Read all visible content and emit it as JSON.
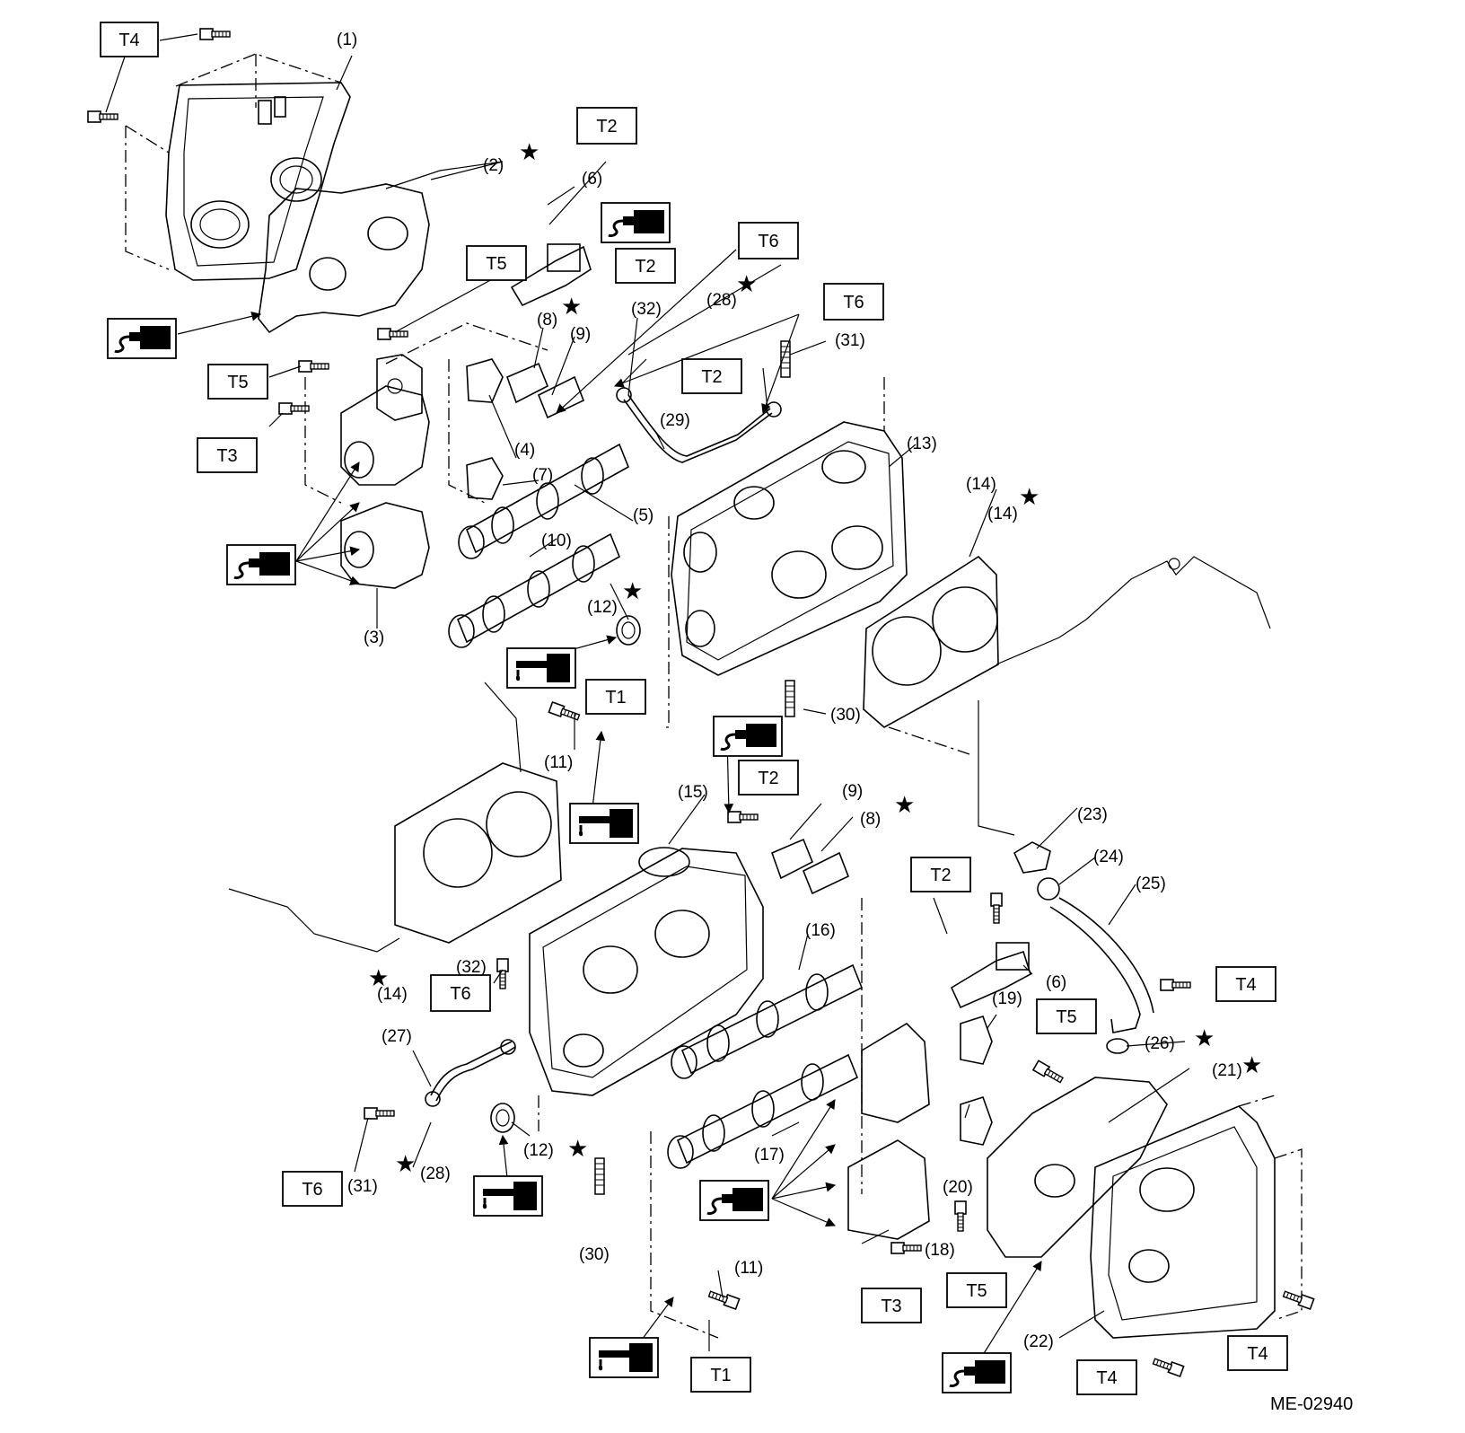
{
  "figure_code": "ME-02940",
  "torque_labels": [
    "T1",
    "T2",
    "T3",
    "T4",
    "T5",
    "T6"
  ],
  "part_labels": [
    "(1)",
    "(2)",
    "(3)",
    "(4)",
    "(5)",
    "(6)",
    "(7)",
    "(8)",
    "(9)",
    "(10)",
    "(11)",
    "(12)",
    "(13)",
    "(14)",
    "(15)",
    "(16)",
    "(17)",
    "(18)",
    "(19)",
    "(20)",
    "(21)",
    "(22)",
    "(23)",
    "(24)",
    "(25)",
    "(26)",
    "(27)",
    "(28)",
    "(29)",
    "(30)",
    "(31)",
    "(32)"
  ],
  "symbols": {
    "replace_part": "star-icon",
    "apply_sealant": "sealant-icon",
    "apply_oil": "oil-icon"
  },
  "colors": {
    "ink": "#000000",
    "background": "#ffffff"
  }
}
